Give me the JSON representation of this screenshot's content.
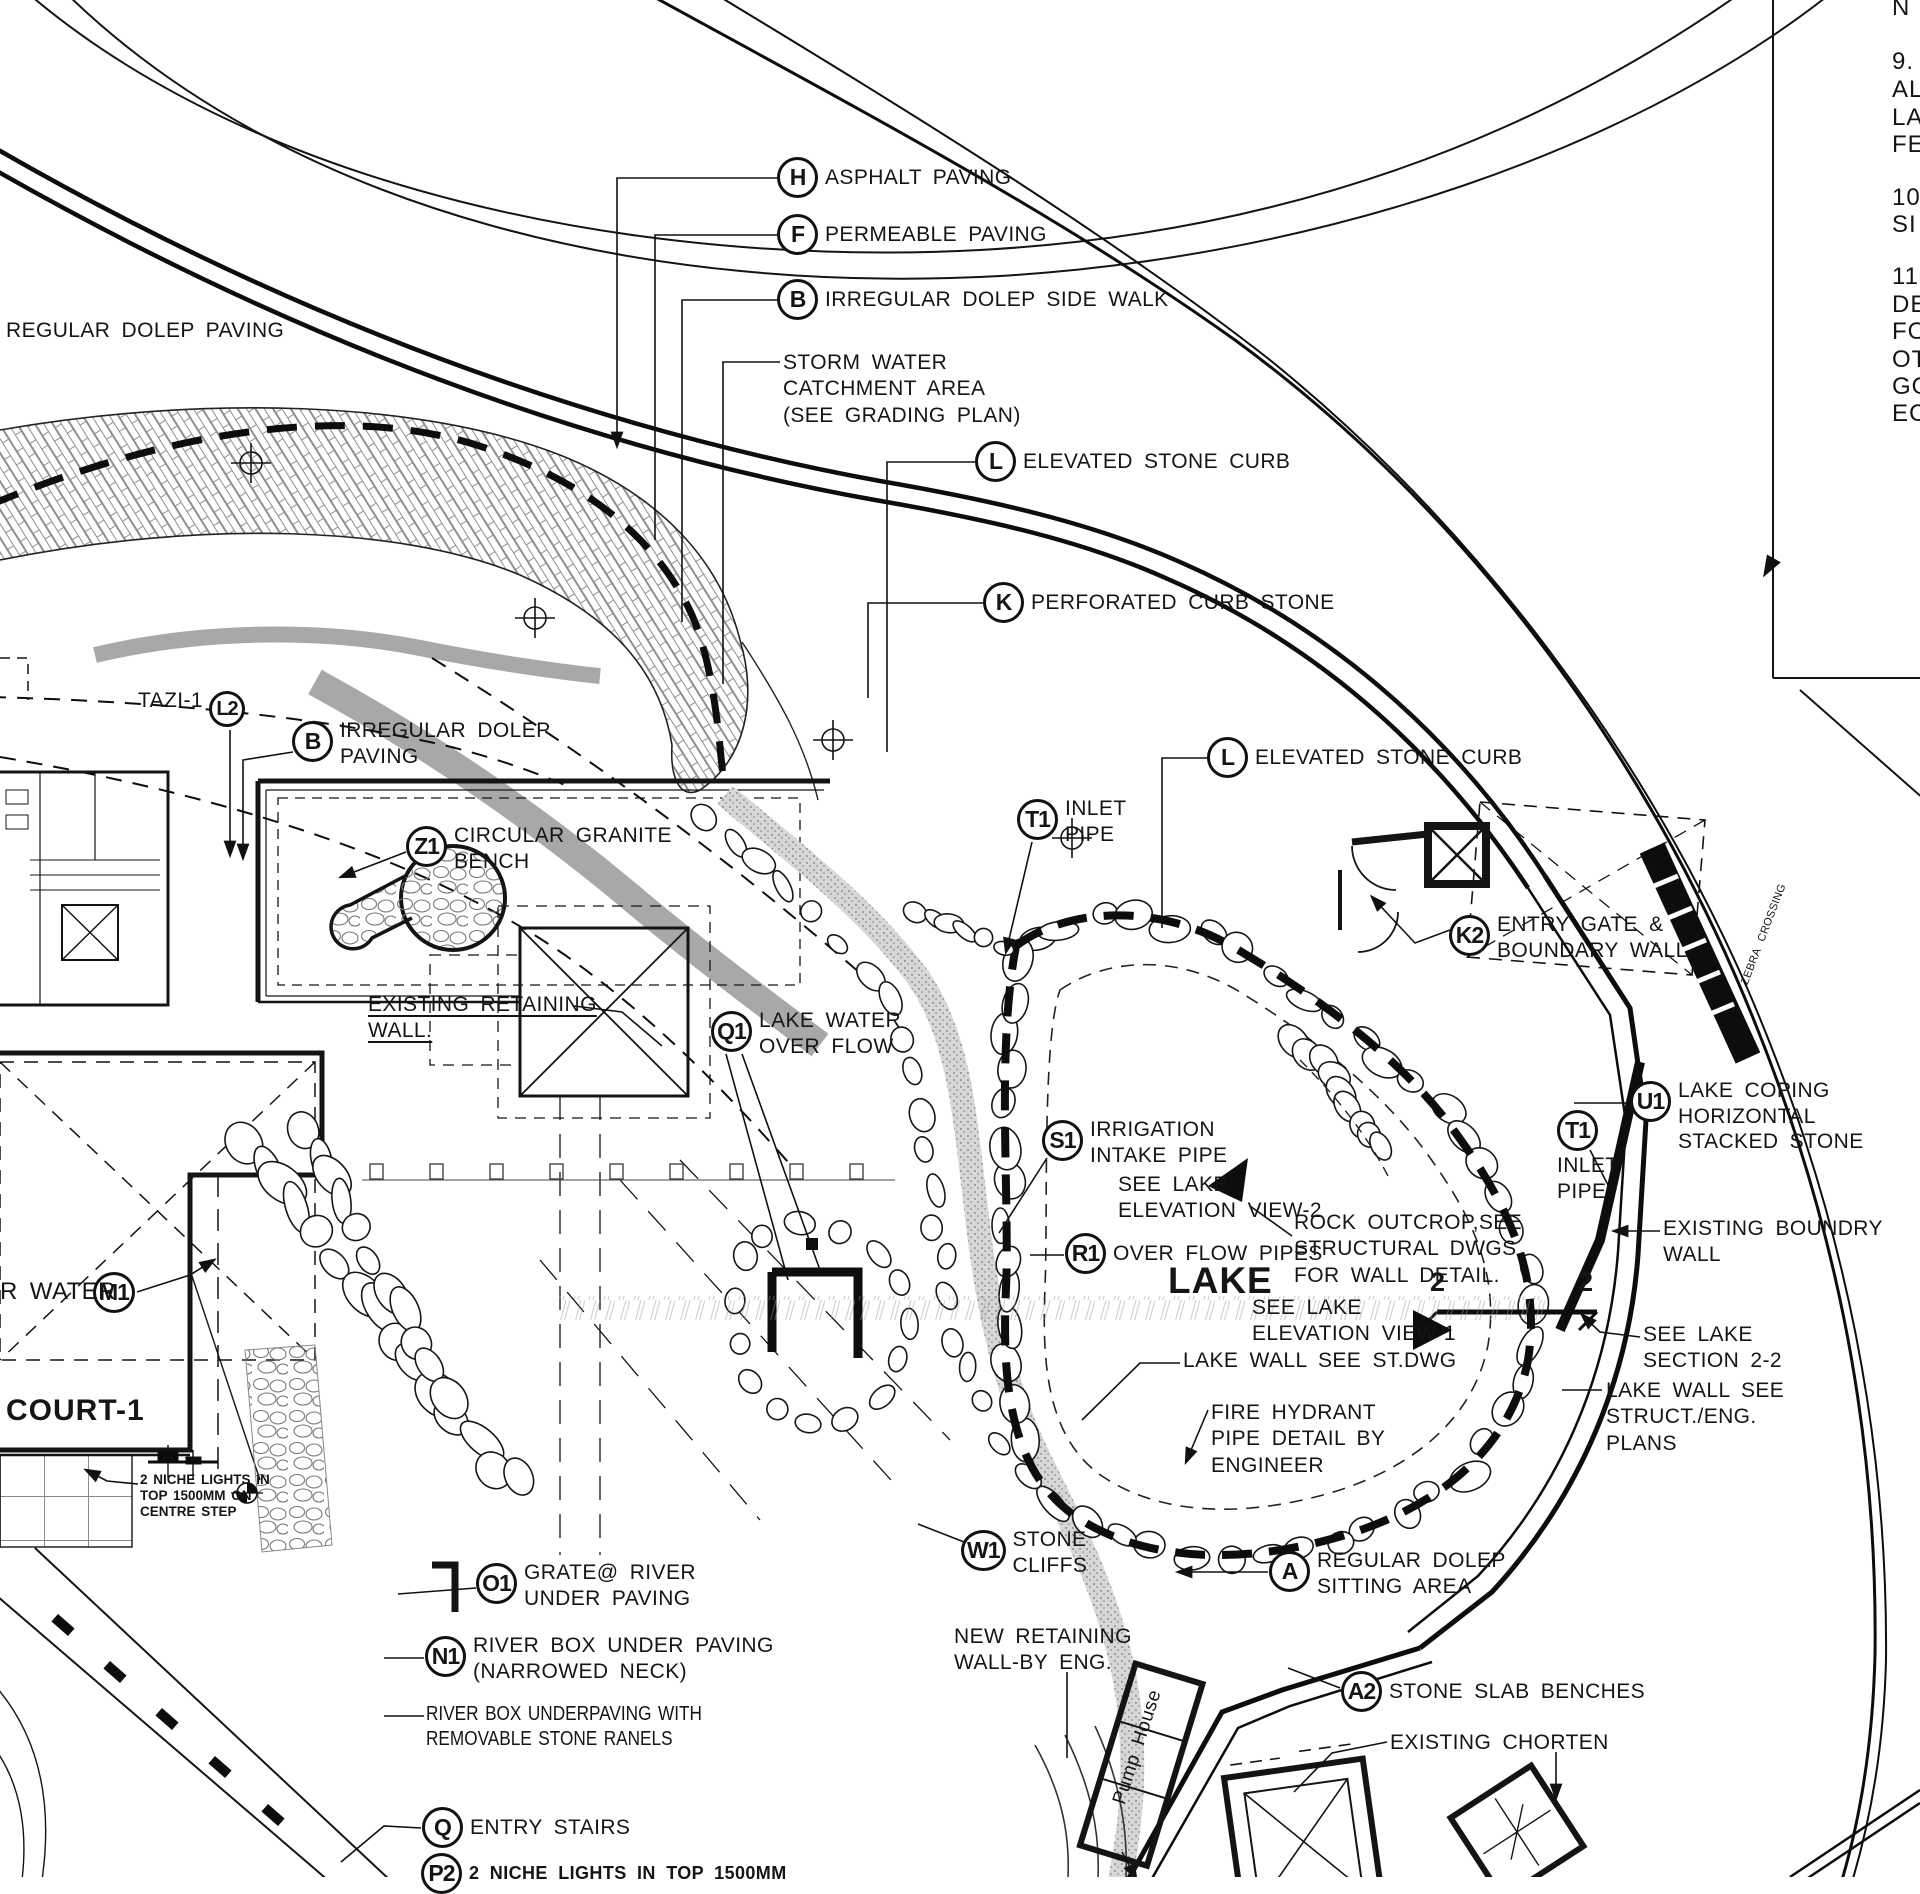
{
  "drawing_type": "landscape-site-plan",
  "callouts": [
    {
      "code": "H",
      "text": "ASPHALT PAVING"
    },
    {
      "code": "F",
      "text": "PERMEABLE PAVING"
    },
    {
      "code": "B",
      "text": "IRREGULAR DOLEP SIDE WALK"
    },
    {
      "code": "L",
      "text": "ELEVATED STONE CURB"
    },
    {
      "code": "K",
      "text": "PERFORATED CURB STONE"
    },
    {
      "code": "L",
      "text": "ELEVATED STONE CURB"
    },
    {
      "code": "T1",
      "text": "INLET\nPIPE"
    },
    {
      "code": "K2",
      "text": "ENTRY GATE &\nBOUNDARY WALL"
    },
    {
      "code": "L2",
      "text": ""
    },
    {
      "code": "B",
      "text": "IRREGULAR DOLEP\nPAVING"
    },
    {
      "code": "Z1",
      "text": "CIRCULAR GRANITE\nBENCH"
    },
    {
      "code": "Q1",
      "text": "LAKE WATER\nOVER FLOW"
    },
    {
      "code": "U1",
      "text": "LAKE COPING\nHORIZONTAL\nSTACKED STONE"
    },
    {
      "code": "T1",
      "text": "INLET\nPIPE"
    },
    {
      "code": "S1",
      "text": "IRRIGATION\nINTAKE PIPE"
    },
    {
      "code": "R1",
      "text": "OVER FLOW PIPES"
    },
    {
      "code": "M1",
      "text": ""
    },
    {
      "code": "W1",
      "text": "STONE\nCLIFFS"
    },
    {
      "code": "O1",
      "text": "GRATE@ RIVER\nUNDER PAVING"
    },
    {
      "code": "N1",
      "text": "RIVER BOX UNDER PAVING\n(NARROWED NECK)"
    },
    {
      "code": "A",
      "text": "REGULAR DOLEP\nSITTING AREA"
    },
    {
      "code": "A2",
      "text": "STONE SLAB BENCHES"
    },
    {
      "code": "Q",
      "text": "ENTRY STAIRS"
    },
    {
      "code": "P2",
      "text": "2 NICHE LIGHTS IN TOP 1500MM"
    }
  ],
  "annotations": {
    "regular_dolep_paving": "REGULAR DOLEP PAVING",
    "storm_water": "STORM WATER\nCATCHMENT AREA\n(SEE GRADING PLAN)",
    "tazi": "TAZI-1",
    "existing_retaining_wall": "EXISTING RETAINING\nWALL.",
    "existing_boundry_wall": "EXISTING BOUNDRY\n WALL",
    "see_lake_elevation_view2": "SEE LAKE\nELEVATION VIEW-2",
    "rock_outcrop": "ROCK OUTCROP,SEE\nSTRUCTURAL DWGS\nFOR WALL DETAIL.",
    "lake": "LAKE",
    "see_lake_elevation_view1": "SEE LAKE\nELEVATION VIEW-1",
    "lake_wall_st_dwg": "LAKE WALL SEE ST.DWG",
    "see_lake_section": "SEE LAKE\nSECTION 2-2",
    "lake_wall_struct": "LAKE WALL SEE\nSTRUCT./ENG.\nPLANS",
    "fire_hydrant": "FIRE HYDRANT\nPIPE DETAIL BY\nENGINEER",
    "new_retaining_wall": "NEW RETAINING\nWALL-BY ENG.",
    "river_box_underpaving": "RIVER BOX UNDERPAVING WITH\nREMOVABLE STONE RANELS",
    "niche_lights": "2 NICHE LIGHTS IN\nTOP 1500MM ON\nCENTRE STEP",
    "court1": "COURT-1",
    "water": "R WATER",
    "pump_house": "Pump House",
    "zebra_crossing": "ZEBRA CROSSING",
    "existing_chorten": "EXISTING CHORTEN",
    "section_mark": "2"
  },
  "notes_fragments": [
    "N",
    "9.",
    "AL",
    "LA",
    "FE",
    "10",
    "SI",
    "11",
    "DE",
    "FO",
    "OT",
    "GO",
    "EC"
  ],
  "colors": {
    "ink": "#151515",
    "paper": "#ffffff",
    "shade_band": "#a8a8a8",
    "river": "#cccccc"
  }
}
